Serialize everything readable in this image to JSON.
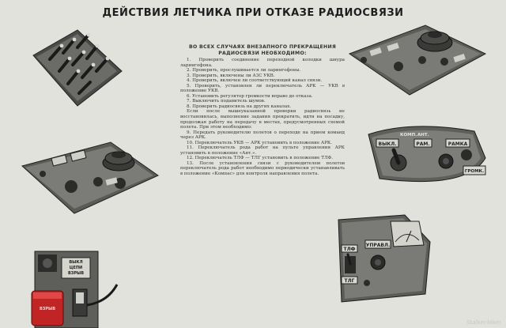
{
  "title": "ДЕЙСТВИЯ ЛЕТЧИКА ПРИ ОТКАЗЕ РАДИОСВЯЗИ",
  "heading": "ВО ВСЕХ СЛУЧАЯХ ВНЕЗАПНОГО ПРЕКРАЩЕНИЯ РАДИОСВЯЗИ НЕОБХОДИМО:",
  "instructions": [
    "1. Проверить соединение переходной колодки шнура ларингофона.",
    "2. Проверить, прослушивается ли ларингофоны.",
    "3. Проверить, включены ли АЗС УКВ.",
    "4. Проверить, включен ли соответствующий канал связи.",
    "5. Проверить, установлен ли переключатель АРК — УКВ в положение УКВ.",
    "6. Установить регулятор громкости вправо до отказа.",
    "7. Выключить подавитель шумов.",
    "8. Проверить радиосвязь на других каналах.",
    "Если после вышеуказанной проверки радиосвязь не восстановилась, выполнение задания прекратить, идти на посадку, продолжая работу на передачу в местах, предусмотренных схемой полета. При этом необходимо:",
    "9. Передать руководителю полетов о переходе на прием команд через АРК.",
    "10. Переключатель УКВ — АРК установить в положение АРК.",
    "11. Переключатель рода работ на пульте управления АРК установить в положение «Ант.».",
    "12. Переключатель ТЛФ — ТЛГ установить в положение ТЛФ.",
    "13. После установления связи с руководителем полетов переключатель рода работ необходимо периодически устанавливать в положение «Компас» для контроля направления полета."
  ],
  "panel_labels": {
    "arc_vykl": "ВЫКЛ.",
    "arc_komp": "КОМП.",
    "arc_ant": "АНТ.",
    "arc_ram": "РАМ.",
    "arc_ramka": "РАМКА",
    "arc_gromk": "ГРОМК.",
    "tlg_tlf": "ТЛФ",
    "tlg_upravl": "УПРАВЛ.",
    "tlg_tlg": "ТЛГ",
    "azs_1": "ВЫКЛ",
    "azs_2": "ЦЕПИ",
    "azs_3": "ВЗРЫВ",
    "azs_red": "ВЗРЫВ"
  },
  "watermark": "Stalker-biker"
}
